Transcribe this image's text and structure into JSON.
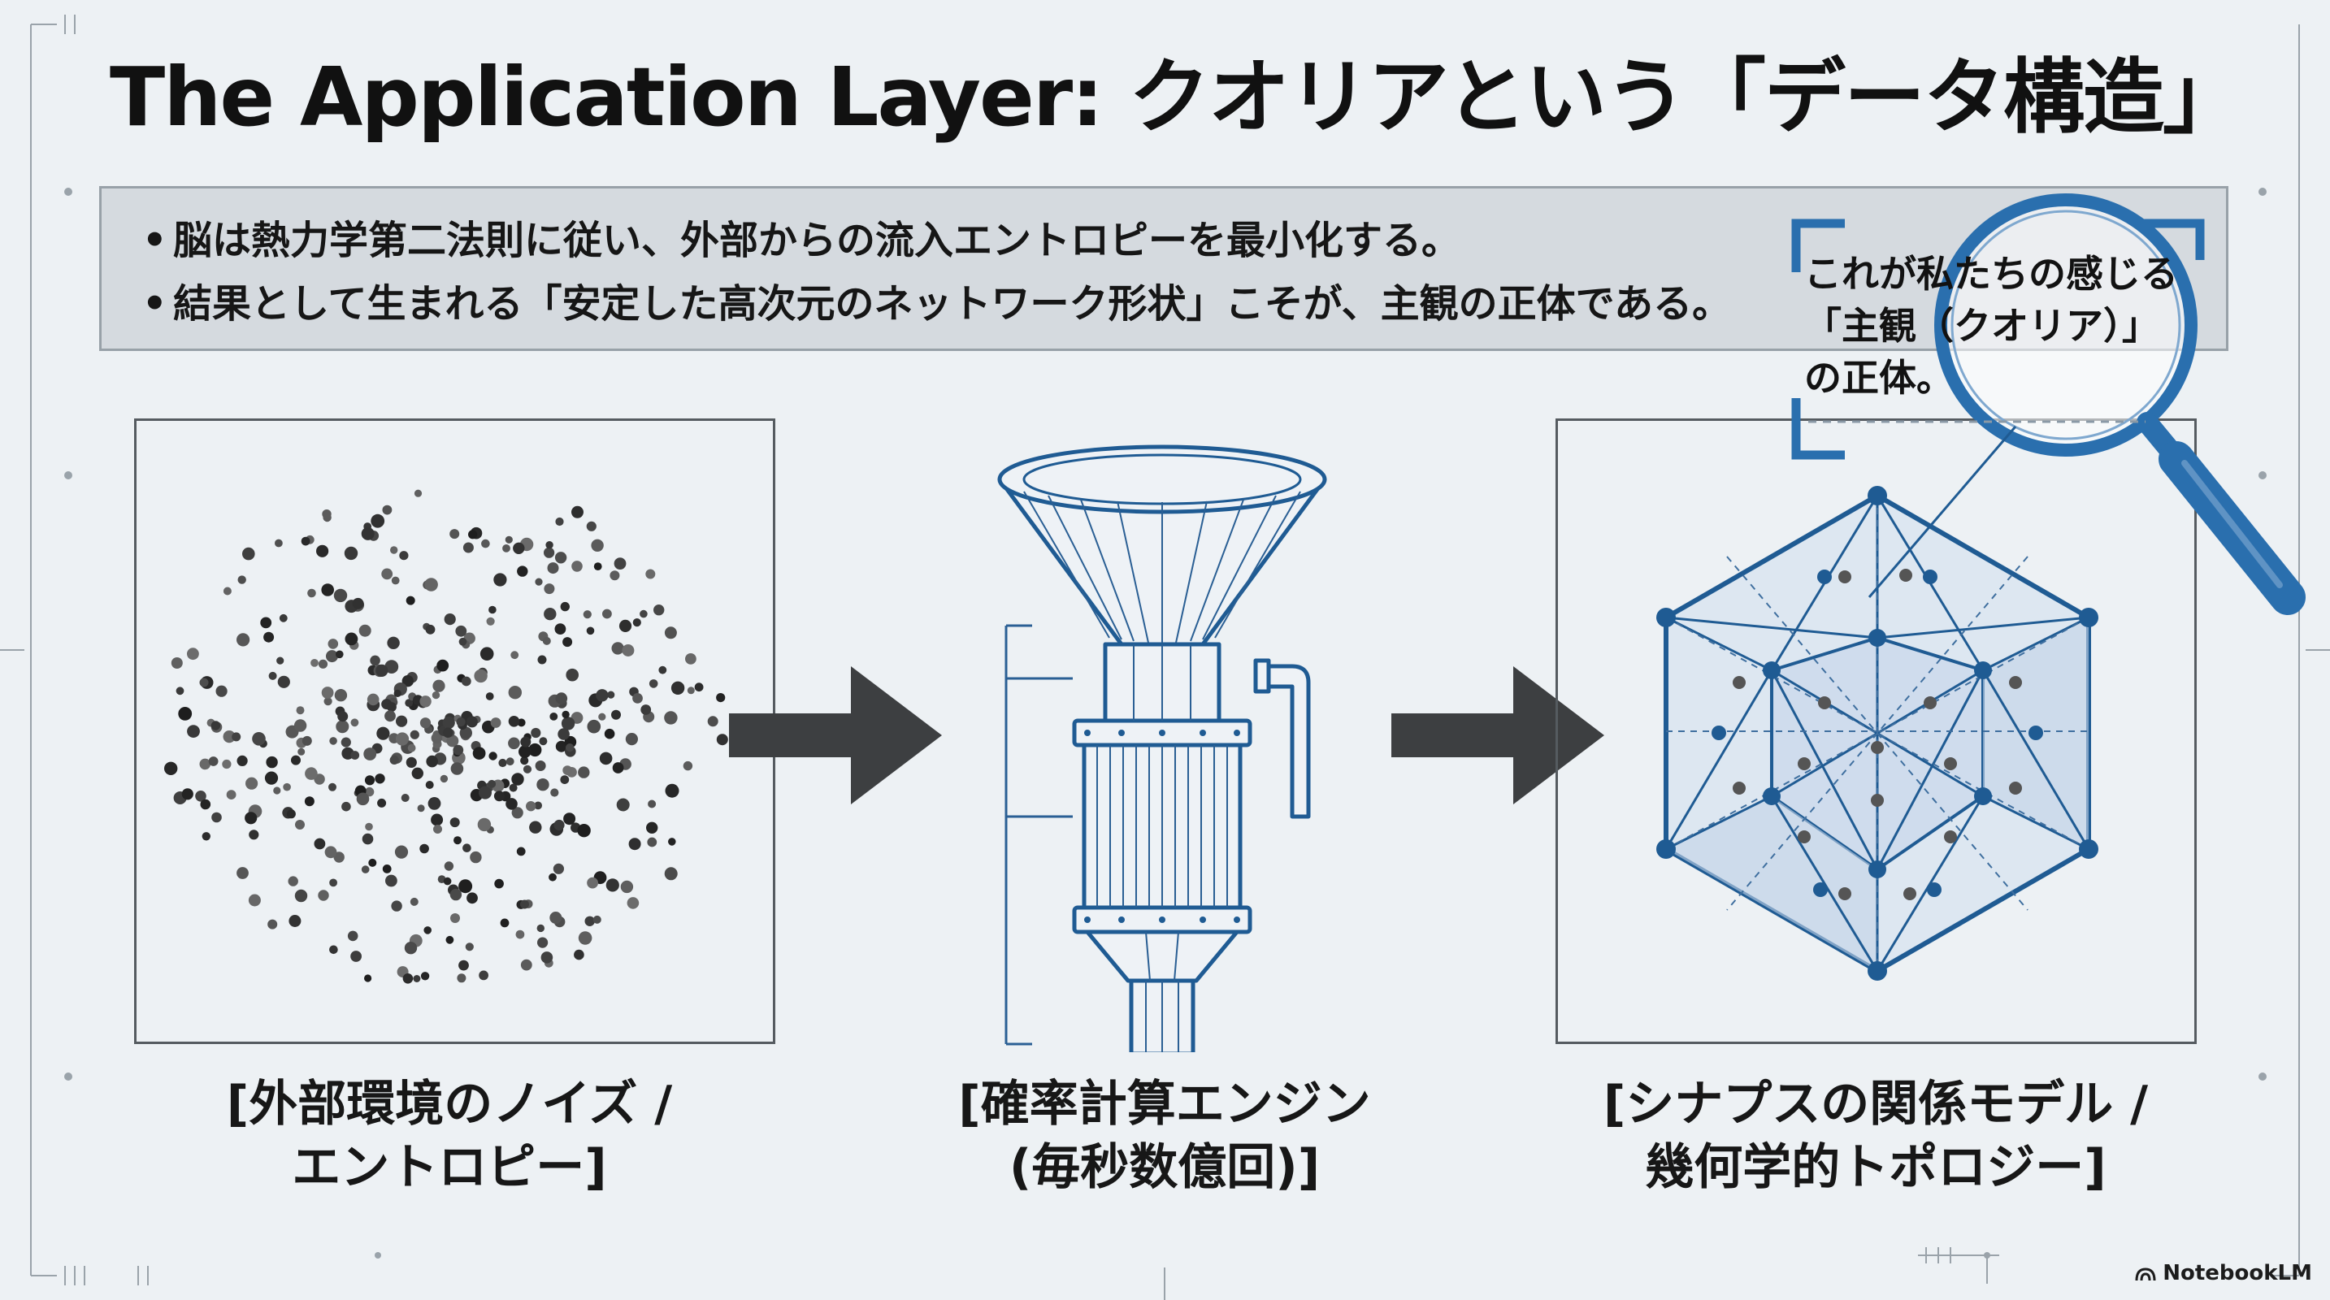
{
  "title": "The Application Layer: クオリアという「データ構造」",
  "bullets": [
    "脳は熱力学第二法則に従い、外部からの流入エントロピーを最小化する。",
    "結果として生まれる「安定した高次元のネットワーク形状」こそが、主観の正体である。"
  ],
  "callout": [
    "これが私たちの感じる",
    "「主観（クオリア）」",
    "の正体。"
  ],
  "captions": {
    "noise": [
      "[外部環境のノイズ /",
      "エントロピー]"
    ],
    "engine": [
      "[確率計算エンジン",
      "(毎秒数億回)]"
    ],
    "topology": [
      "[シナプスの関係モデル /",
      "幾何学的トポロジー]"
    ]
  },
  "brand": "NotebookLM",
  "colors": {
    "accent_blue": "#2a6fae",
    "arrow": "#3d3f41",
    "background": "#edf1f4"
  }
}
